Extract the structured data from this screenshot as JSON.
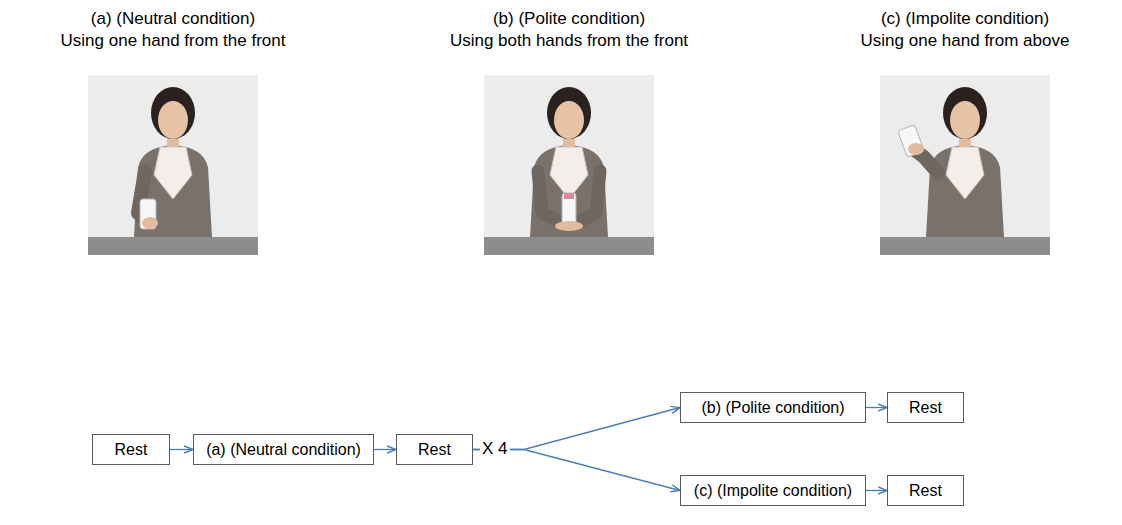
{
  "diagram": {
    "nodes": [
      {
        "text": [
          "Rest"
        ]
      },
      {
        "text": [
          "(a) (Neutral condition)"
        ]
      },
      {
        "text": [
          "Rest"
        ]
      },
      {
        "text": [
          "(b) (Polite condition)"
        ]
      },
      {
        "text": [
          "Rest"
        ]
      },
      {
        "text": [
          "(c) (Impolite condition)"
        ]
      },
      {
        "text": [
          "Rest"
        ]
      }
    ],
    "edges": [
      {
        "from": 0,
        "to": 1,
        "arrow": "to"
      },
      {
        "from": 1,
        "to": 2,
        "arrow": "to"
      },
      {
        "from": 2,
        "to": 3,
        "arrow": "to"
      },
      {
        "from": 2,
        "to": 5,
        "arrow": "to"
      },
      {
        "from": 3,
        "to": 4,
        "arrow": "to"
      },
      {
        "from": 5,
        "to": 6,
        "arrow": "to"
      }
    ],
    "labels": [
      "(a) (Neutral condition)",
      "Using one hand from the front",
      "(b) (Polite condition)",
      "Using both hands from the front",
      "(c) (Impolite condition)",
      "Using one hand from above",
      "X 4"
    ]
  }
}
